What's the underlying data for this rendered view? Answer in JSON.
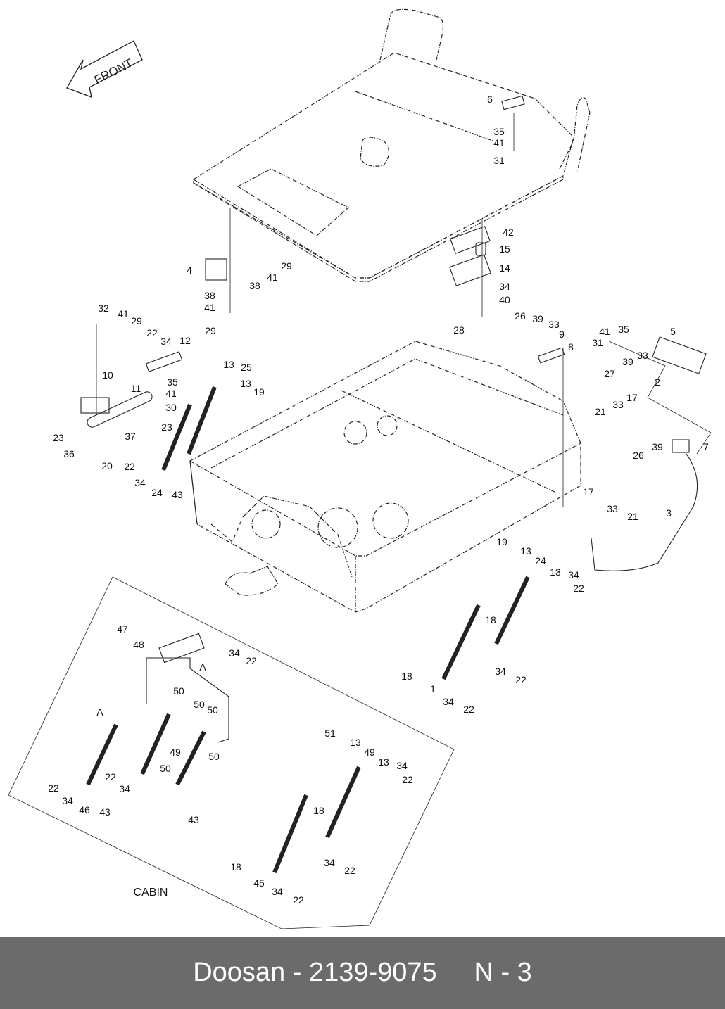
{
  "diagram": {
    "front_label": "FRONT",
    "cabin_label": "CABIN",
    "callouts": [
      "6",
      "35",
      "41",
      "31",
      "42",
      "15",
      "14",
      "34",
      "40",
      "28",
      "4",
      "29",
      "41",
      "38",
      "38",
      "41",
      "29",
      "32",
      "41",
      "29",
      "22",
      "34",
      "12",
      "10",
      "13",
      "25",
      "35",
      "41",
      "30",
      "13",
      "19",
      "11",
      "23",
      "37",
      "23",
      "36",
      "20",
      "22",
      "34",
      "24",
      "43",
      "26",
      "39",
      "33",
      "9",
      "8",
      "5",
      "41",
      "35",
      "31",
      "33",
      "39",
      "27",
      "2",
      "17",
      "33",
      "21",
      "7",
      "39",
      "26",
      "3",
      "17",
      "33",
      "21",
      "19",
      "13",
      "24",
      "13",
      "34",
      "22",
      "18",
      "18",
      "1",
      "34",
      "22",
      "34",
      "22",
      "47",
      "48",
      "34",
      "22",
      "A",
      "50",
      "50",
      "50",
      "A",
      "49",
      "50",
      "22",
      "34",
      "50",
      "22",
      "34",
      "46",
      "43",
      "43",
      "51",
      "13",
      "49",
      "13",
      "34",
      "22",
      "18",
      "34",
      "22",
      "18",
      "45",
      "34",
      "22"
    ]
  },
  "footer": {
    "text": "Doosan - 2139-9075     N - 3"
  },
  "colors": {
    "line": "#222222",
    "footer_bg": "#6b6b6b",
    "footer_text": "#ffffff"
  }
}
